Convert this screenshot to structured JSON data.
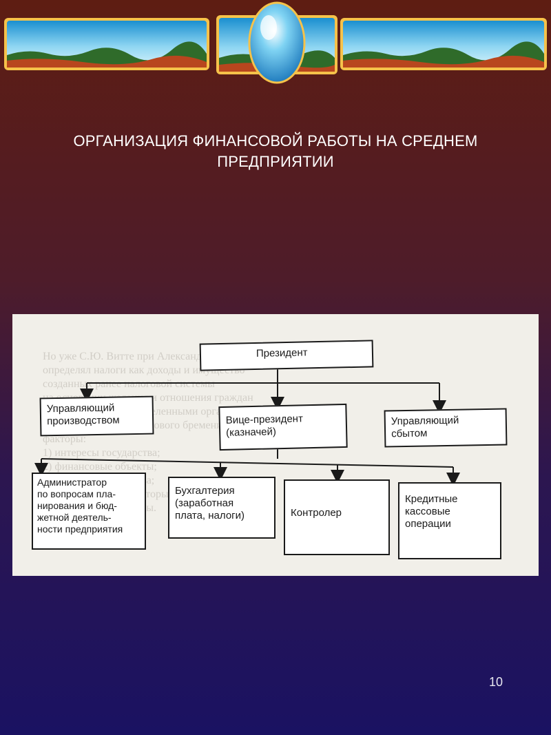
{
  "slide": {
    "title": "ОРГАНИЗАЦИЯ ФИНАНСОВОЙ РАБОТЫ НА СРЕДНЕМ ПРЕДПРИЯТИИ",
    "page_number": "10"
  },
  "org_chart": {
    "president": "Президент",
    "manager_production": "Управляющий\nпроизводством",
    "vice_president": "Вице-президент\n(казначей)",
    "manager_sales": "Управляющий\nсбытом",
    "budget_admin": "Администратор\nпо вопросам пла-\nнирования и бюд-\nжетной деятель-\nности предприятия",
    "accounting": "Бухгалтерия\n(заработная\nплата, налоги)",
    "controller": "Контролер",
    "credit_ops": "Кредитные\nкассовые\nоперации"
  },
  "colors": {
    "bg_top": "#5e1d12",
    "bg_bottom": "#1a1262",
    "title_text": "#ffffff"
  }
}
